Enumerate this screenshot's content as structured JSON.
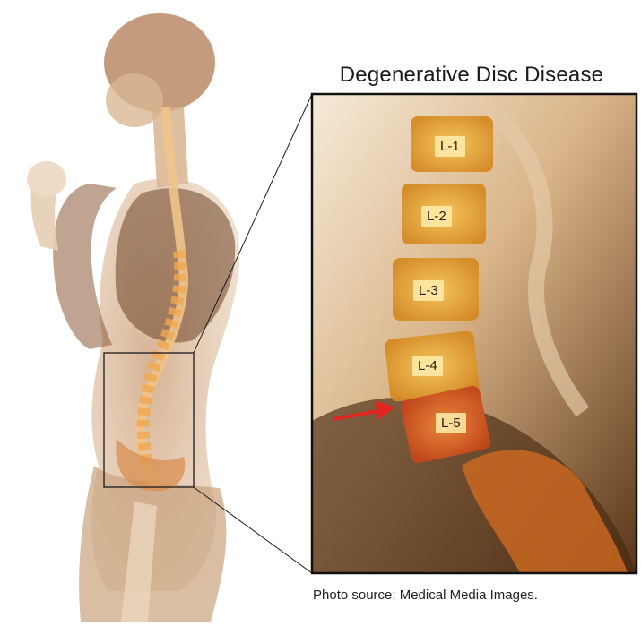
{
  "title": "Degenerative Disc Disease",
  "credit": "Photo source: Medical Media Images.",
  "vertebrae": [
    {
      "label": "L-1"
    },
    {
      "label": "L-2"
    },
    {
      "label": "L-3"
    },
    {
      "label": "L-4"
    },
    {
      "label": "L-5"
    }
  ],
  "colors": {
    "background": "#ffffff",
    "xray_light": "#f2e2cf",
    "xray_mid": "#c99a72",
    "xray_dark": "#7a4a2a",
    "vertebra": "#f0b040",
    "vertebra_inflamed": "#e06a2a",
    "arrow": "#e0261f"
  }
}
